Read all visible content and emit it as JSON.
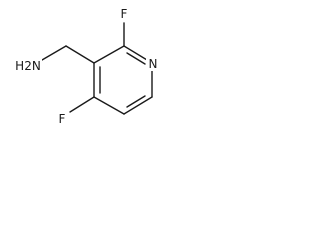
{
  "molecule": {
    "atoms": {
      "amine": "H2N",
      "fluoro_top": "F",
      "nitrogen": "N",
      "fluoro_bottom": "F"
    }
  }
}
